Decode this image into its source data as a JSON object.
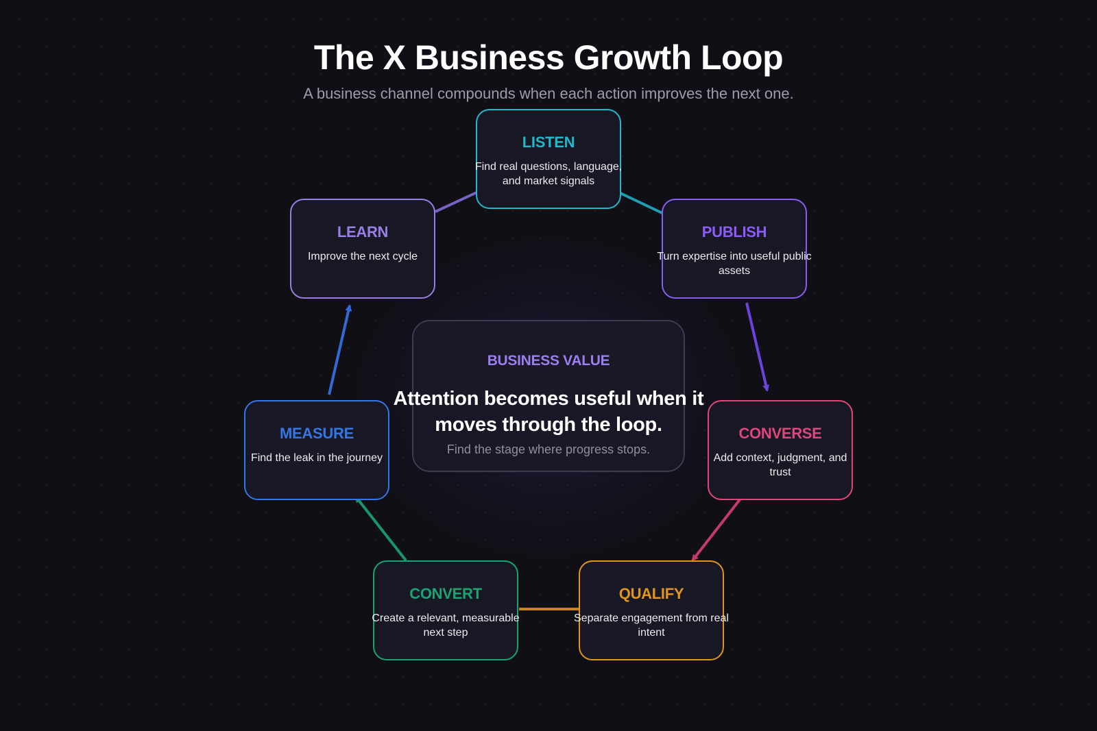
{
  "title": "The X Business Growth Loop",
  "subtitle": "A business channel compounds when each action improves the next one.",
  "colors": {
    "listen": "#1fb8cd",
    "publish": "#8b5cf6",
    "converse": "#e0457b",
    "qualify": "#e2951c",
    "convert": "#18a473",
    "measure": "#3377e6",
    "learn": "#9a7ee6"
  },
  "stages": {
    "listen": {
      "title": "LISTEN",
      "desc": "Find real questions, language, and market signals"
    },
    "publish": {
      "title": "PUBLISH",
      "desc": "Turn expertise into useful public assets"
    },
    "converse": {
      "title": "CONVERSE",
      "desc": "Add context, judgment, and trust"
    },
    "qualify": {
      "title": "QUALIFY",
      "desc": "Separate engagement from real intent"
    },
    "convert": {
      "title": "CONVERT",
      "desc": "Create a relevant, measurable next step"
    },
    "measure": {
      "title": "MEASURE",
      "desc": "Find the leak in the journey"
    },
    "learn": {
      "title": "LEARN",
      "desc": "Improve the next cycle"
    }
  },
  "center": {
    "label": "BUSINESS VALUE",
    "headline": "Attention becomes useful when it moves through the loop.",
    "note": "Find the stage where progress stops."
  }
}
